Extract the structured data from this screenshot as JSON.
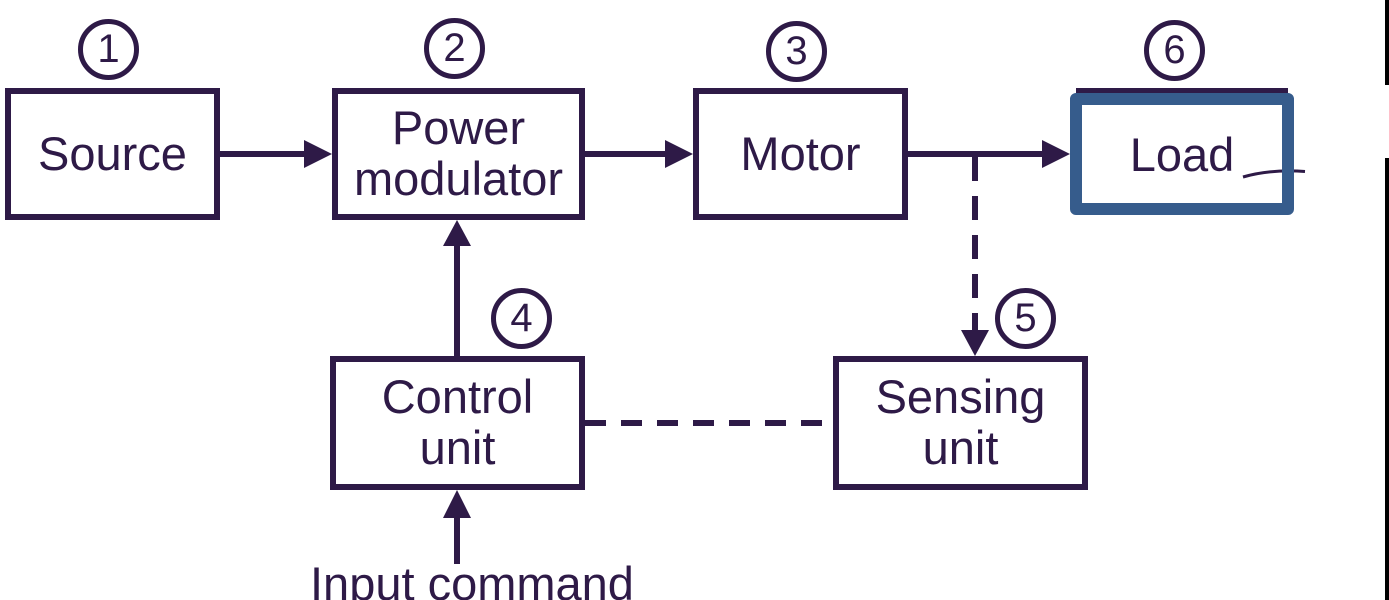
{
  "diagram": {
    "blocks": [
      {
        "number": "1",
        "lines": [
          "Source"
        ]
      },
      {
        "number": "2",
        "lines": [
          "Power",
          "modulator"
        ]
      },
      {
        "number": "3",
        "lines": [
          "Motor"
        ]
      },
      {
        "number": "6",
        "lines": [
          "Load"
        ]
      },
      {
        "number": "4",
        "lines": [
          "Control",
          "unit"
        ]
      },
      {
        "number": "5",
        "lines": [
          "Sensing",
          "unit"
        ]
      }
    ],
    "input_label": "Input command",
    "colors": {
      "ink": "#2E1A47",
      "highlight": "#365C8C",
      "frame": "#000000"
    }
  }
}
